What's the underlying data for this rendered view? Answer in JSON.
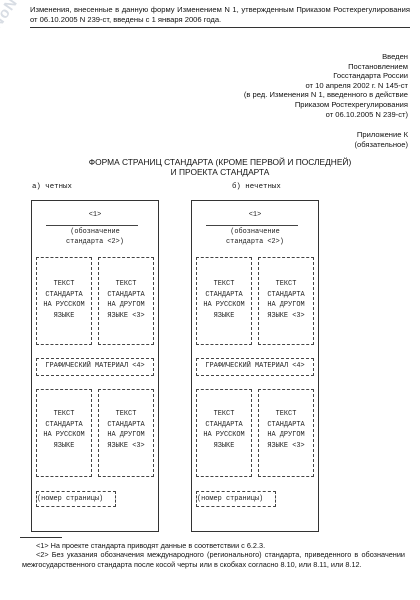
{
  "watermark": "NoNo.ru",
  "amendment_note": "Изменения, внесенные в данную форму Изменением N 1, утвержденным Приказом Ростехрегулирования от 06.10.2005 N 239-ст, введены с 1 января 2006 года.",
  "approval": [
    "Введен",
    "Постановлением",
    "Госстандарта России",
    "от 10 апреля 2002 г. N 145-ст",
    "(в ред. Изменения N 1, введенного в действие",
    "Приказом Ростехрегулирования",
    "от 06.10.2005 N 239-ст)"
  ],
  "appendix": [
    "Приложение К",
    "(обязательное)"
  ],
  "form_title": [
    "ФОРМА СТРАНИЦ СТАНДАРТА (КРОМЕ ПЕРВОЙ И ПОСЛЕДНЕЙ)",
    "И ПРОЕКТА СТАНДАРТА"
  ],
  "columns": {
    "even": "а) четных",
    "odd": "б) нечетных"
  },
  "frame": {
    "number": "<1>",
    "designation": [
      "(обозначение",
      "стандарта <2>)"
    ],
    "text_russian": [
      "ТЕКСТ",
      "СТАНДАРТА",
      "НА РУССКОМ",
      "ЯЗЫКЕ"
    ],
    "text_other": [
      "ТЕКСТ",
      "СТАНДАРТА",
      "НА ДРУГОМ",
      "ЯЗЫКЕ <3>"
    ],
    "graphic": "ГРАФИЧЕСКИЙ МАТЕРИАЛ <4>",
    "page_number": "(номер страницы)"
  },
  "notes": [
    "<1> На проекте стандарта приводят данные в соответствии с 6.2.3.",
    "<2> Без указания обозначения международного (регионального) стандарта, приведенного в обозначении межгосударственного стандарта после косой черты или в скобках согласно 8.10, или 8.11, или 8.12."
  ]
}
